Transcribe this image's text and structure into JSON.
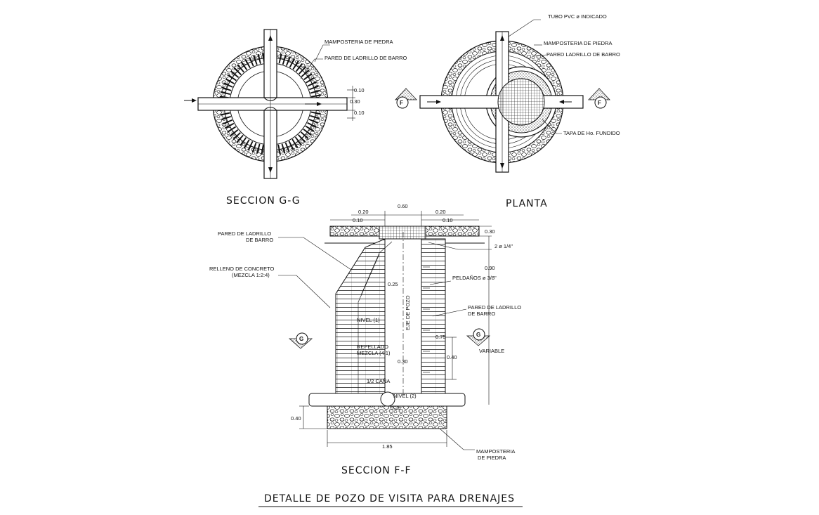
{
  "titles": {
    "section_g": "SECCION G-G",
    "plan": "PLANTA",
    "section_f": "SECCION F-F",
    "main": "DETALLE DE POZO DE VISITA PARA DRENAJES"
  },
  "section_g": {
    "label_stone": "MAMPOSTERIA DE PIEDRA",
    "label_brick": "PARED DE LADRILLO DE BARRO",
    "dims": [
      "0.10",
      "0.30",
      "0.10"
    ]
  },
  "plan": {
    "label_pipe": "TUBO PVC  ø INDICADO",
    "label_stone": "MAMPOSTERIA DE PIEDRA",
    "label_brick": "PARED LADRILLO DE BARRO",
    "label_cover": "TAPA DE Ho. FUNDIDO",
    "section_mark": "F"
  },
  "section_f": {
    "label_brick_1": "PARED DE LADRILLO",
    "label_brick_2": "DE BARRO",
    "label_fill_1": "RELLENO DE CONCRETO",
    "label_fill_2": "(MEZCLA 1:2:4)",
    "label_bars": "2 ø 1/4\"",
    "label_steps": "PELDAÑOS ø 3/8\"",
    "label_wall_1": "PARED DE LADRILLO",
    "label_wall_2": "DE BARRO",
    "label_variable": "VARIABLE",
    "label_stone_1": "MAMPOSTERIA",
    "label_stone_2": "DE PIEDRA",
    "label_axis": "EJE DE POZO",
    "label_level1": "NIVEL (1)",
    "label_level2": "NIVEL (2)",
    "label_plaster_1": "REPELLADO",
    "label_plaster_2": "MEZCLA (4:1)",
    "label_half": "1/2 CAÑA",
    "section_mark": "G",
    "dims": {
      "top_060": "0.60",
      "left_020": "0.20",
      "left_010": "0.10",
      "right_020": "0.20",
      "right_010": "0.10",
      "right_030": "0.30",
      "d_090": "0.90",
      "d_025": "0.25",
      "d_075": "0.75",
      "d_040r": "0.40",
      "d_030": "0.30",
      "d_025b": "0.25",
      "d_040l": "0.40",
      "d_185": "1.85"
    }
  }
}
